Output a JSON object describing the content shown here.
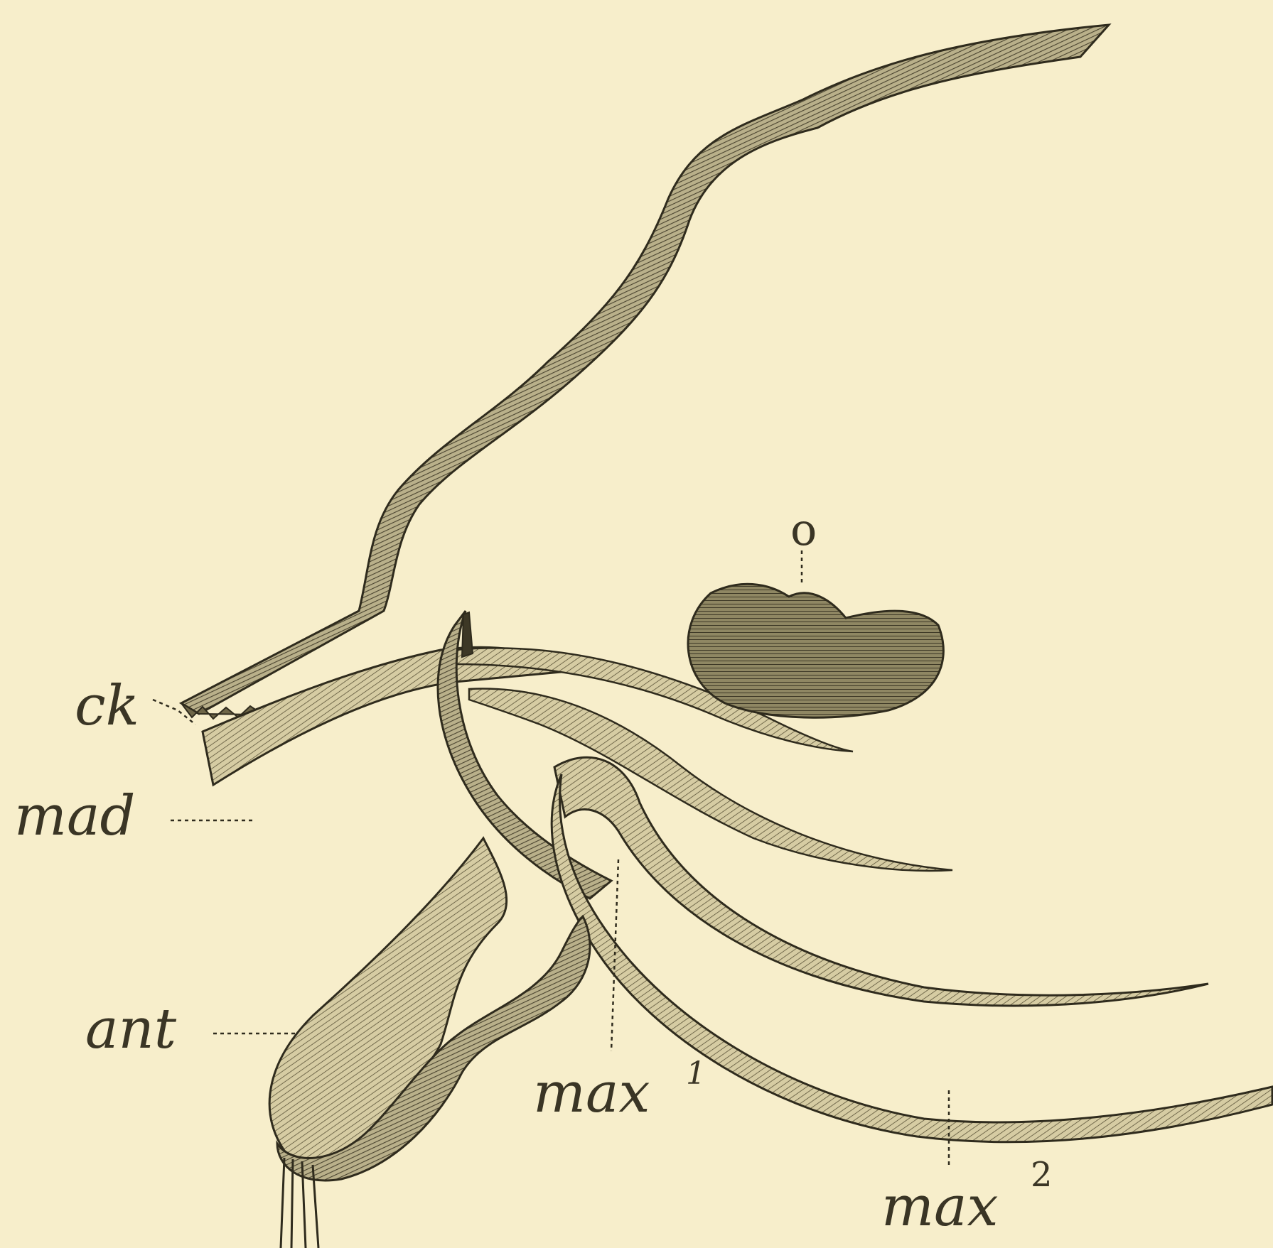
{
  "colors": {
    "paper": "#f7eecb",
    "ink": "#4a4430",
    "ink_dark": "#2f2b1d",
    "fill": "#8c8462"
  },
  "labels": {
    "ck": "ck",
    "mad": "mad",
    "ant": "ant",
    "o": "o",
    "max1_base": "max",
    "max1_sup": "1",
    "max2_base": "max",
    "max2_sup": "2"
  }
}
